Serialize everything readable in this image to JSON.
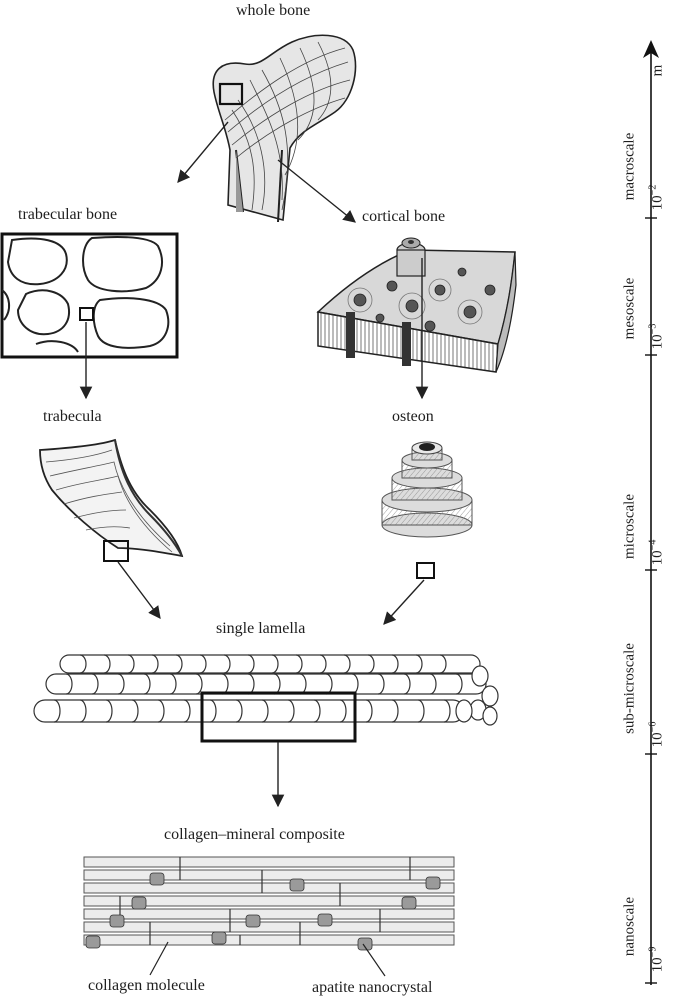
{
  "labels": {
    "whole_bone": "whole bone",
    "trabecular_bone": "trabecular bone",
    "cortical_bone": "cortical bone",
    "trabecula": "trabecula",
    "osteon": "osteon",
    "single_lamella": "single lamella",
    "collagen_mineral": "collagen–mineral composite",
    "collagen_molecule": "collagen molecule",
    "apatite": "apatite nanocrystal"
  },
  "scale_axis": {
    "unit": "m",
    "levels": [
      {
        "name": "macroscale",
        "tick": "10",
        "exp": "−2"
      },
      {
        "name": "mesoscale",
        "tick": "10",
        "exp": "−3"
      },
      {
        "name": "microscale",
        "tick": "10",
        "exp": "−4"
      },
      {
        "name": "sub-microscale",
        "tick": "10",
        "exp": "−6"
      },
      {
        "name": "nanoscale",
        "tick": "10",
        "exp": "−9"
      }
    ]
  }
}
